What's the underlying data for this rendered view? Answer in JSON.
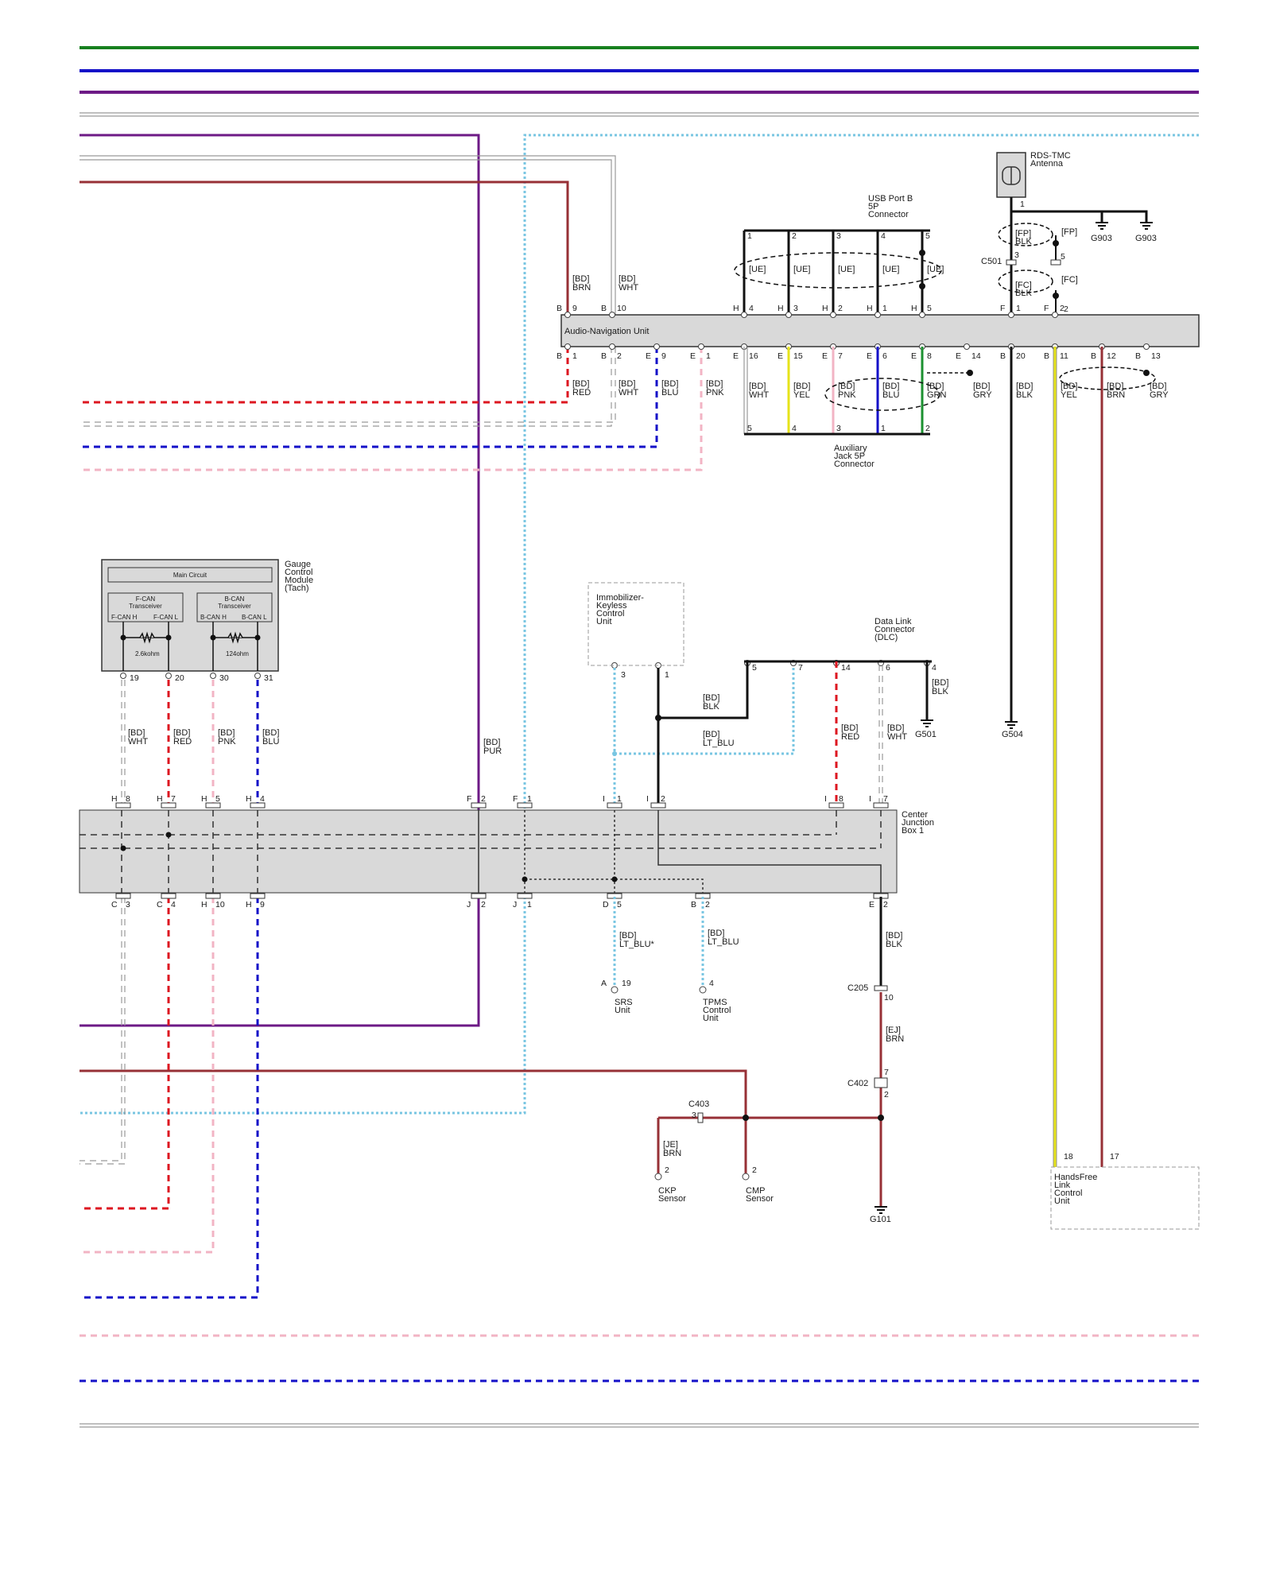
{
  "components": {
    "rds_tmc_antenna": [
      "RDS-TMC",
      "Antenna"
    ],
    "usb_port_b": [
      "USB Port B",
      "5P",
      "Connector"
    ],
    "audio_nav_unit": "Audio-Navigation Unit",
    "aux_jack": [
      "Auxiliary",
      "Jack 5P",
      "Connector"
    ],
    "gauge_module": [
      "Gauge",
      "Control",
      "Module",
      "(Tach)"
    ],
    "main_circuit": "Main Circuit",
    "fcan_transceiver": [
      "F-CAN",
      "Transceiver"
    ],
    "bcan_transceiver": [
      "B-CAN",
      "Transceiver"
    ],
    "fcan_h": "F-CAN H",
    "fcan_l": "F-CAN L",
    "bcan_h": "B-CAN H",
    "bcan_l": "B-CAN L",
    "res_fcan": "2.6kohm",
    "res_bcan": "124ohm",
    "immobilizer": [
      "Immobilizer-",
      "Keyless",
      "Control",
      "Unit"
    ],
    "dlc": [
      "Data Link",
      "Connector",
      "(DLC)"
    ],
    "cjb": [
      "Center",
      "Junction",
      "Box 1"
    ],
    "srs": [
      "SRS",
      "Unit"
    ],
    "tpms": [
      "TPMS",
      "Control",
      "Unit"
    ],
    "ckp": [
      "CKP",
      "Sensor"
    ],
    "cmp": [
      "CMP",
      "Sensor"
    ],
    "handsfree": [
      "HandsFree",
      "Link",
      "Control",
      "Unit"
    ]
  },
  "grounds": {
    "g903a": "G903",
    "g903b": "G903",
    "g501": "G501",
    "g504": "G504",
    "g101": "G101"
  },
  "connectors": {
    "c501": "C501",
    "c205": "C205",
    "c402": "C402",
    "c403": "C403"
  },
  "shield_labels": {
    "ue": "[UE]",
    "fp": "[FP]",
    "fc": "[FC]",
    "fp_blk": [
      "[FP]",
      "BLK"
    ],
    "fc_blk": [
      "[FC]",
      "BLK"
    ]
  },
  "wire_labels": {
    "nav_b9": [
      "[BD]",
      "BRN"
    ],
    "nav_b10": [
      "[BD]",
      "WHT"
    ],
    "nav_b1": [
      "[BD]",
      "RED"
    ],
    "nav_b2": [
      "[BD]",
      "WHT"
    ],
    "nav_e9": [
      "[BD]",
      "BLU"
    ],
    "nav_e1": [
      "[BD]",
      "PNK"
    ],
    "aux_wht": [
      "[BD]",
      "WHT"
    ],
    "aux_yel": [
      "[BD]",
      "YEL"
    ],
    "aux_pnk": [
      "[BD]",
      "PNK"
    ],
    "aux_blu": [
      "[BD]",
      "BLU"
    ],
    "aux_grn": [
      "[BD]",
      "GRN"
    ],
    "nav_gry": [
      "[BD]",
      "GRY"
    ],
    "nav_blk": [
      "[BD]",
      "BLK"
    ],
    "nav_yel": [
      "[BD]",
      "YEL"
    ],
    "nav_brn": [
      "[BD]",
      "BRN"
    ],
    "nav_gry2": [
      "[BD]",
      "GRY"
    ],
    "g_wht": [
      "[BD]",
      "WHT"
    ],
    "g_red": [
      "[BD]",
      "RED"
    ],
    "g_pnk": [
      "[BD]",
      "PNK"
    ],
    "g_blu": [
      "[BD]",
      "BLU"
    ],
    "pur": [
      "[BD]",
      "PUR"
    ],
    "immo_blk": [
      "[BD]",
      "BLK"
    ],
    "immo_ltblu": [
      "[BD]",
      "LT_BLU"
    ],
    "dlc_red": [
      "[BD]",
      "RED"
    ],
    "dlc_wht": [
      "[BD]",
      "WHT"
    ],
    "dlc_blk": [
      "[BD]",
      "BLK"
    ],
    "srs_ltblu": [
      "[BD]",
      "LT_BLU*"
    ],
    "tpms_ltblu": [
      "[BD]",
      "LT_BLU"
    ],
    "cjb_blk": [
      "[BD]",
      "BLK"
    ],
    "ej_brn": [
      "[EJ]",
      "BRN"
    ],
    "je_brn": [
      "[JE]",
      "BRN"
    ]
  },
  "pins": {
    "ant_1": "1",
    "c501_3": "3",
    "c501_5": "5",
    "usb_fc_2": "2",
    "usb_t1": "1",
    "usb_t2": "2",
    "usb_t3": "3",
    "usb_t4": "4",
    "usb_t5": "5",
    "nav_top": [
      [
        "B",
        "9"
      ],
      [
        "B",
        "10"
      ],
      [
        "H",
        "4"
      ],
      [
        "H",
        "3"
      ],
      [
        "H",
        "2"
      ],
      [
        "H",
        "1"
      ],
      [
        "H",
        "5"
      ],
      [
        "F",
        "1"
      ],
      [
        "F",
        "2"
      ]
    ],
    "nav_bot": [
      [
        "B",
        "1"
      ],
      [
        "B",
        "2"
      ],
      [
        "E",
        "9"
      ],
      [
        "E",
        "1"
      ],
      [
        "E",
        "16"
      ],
      [
        "E",
        "15"
      ],
      [
        "E",
        "7"
      ],
      [
        "E",
        "6"
      ],
      [
        "E",
        "8"
      ],
      [
        "E",
        "14"
      ],
      [
        "B",
        "20"
      ],
      [
        "B",
        "11"
      ],
      [
        "B",
        "12"
      ],
      [
        "B",
        "13"
      ]
    ],
    "aux_bot": [
      "5",
      "4",
      "3",
      "1",
      "2"
    ],
    "gauge": [
      "19",
      "20",
      "30",
      "31"
    ],
    "immo": [
      "3",
      "1"
    ],
    "dlc": [
      "5",
      "7",
      "14",
      "6",
      "4"
    ],
    "cjb_top": [
      [
        "H",
        "8"
      ],
      [
        "H",
        "7"
      ],
      [
        "H",
        "5"
      ],
      [
        "H",
        "4"
      ],
      [
        "F",
        "2"
      ],
      [
        "F",
        "1"
      ],
      [
        "I",
        "1"
      ],
      [
        "I",
        "2"
      ],
      [
        "I",
        "8"
      ],
      [
        "I",
        "7"
      ]
    ],
    "cjb_bot": [
      [
        "C",
        "3"
      ],
      [
        "C",
        "4"
      ],
      [
        "H",
        "10"
      ],
      [
        "H",
        "9"
      ],
      [
        "J",
        "2"
      ],
      [
        "J",
        "1"
      ],
      [
        "D",
        "5"
      ],
      [
        "B",
        "2"
      ],
      [
        "E",
        "2"
      ]
    ],
    "srs": [
      "A",
      "19"
    ],
    "tpms": "4",
    "c205": "10",
    "c402_top": "7",
    "c402_bot": "2",
    "c403": "3",
    "ckp": "2",
    "cmp": "2",
    "hf_18": "18",
    "hf_17": "17"
  },
  "colors": {
    "green": "#17801f",
    "blue": "#1410c8",
    "purple": "#6d1a86",
    "brown": "#973036",
    "red": "#dd1620",
    "pink": "#f2b4c4",
    "ltblu": "#79c6e2",
    "yellow": "#e6e31a",
    "grn": "#1c9130",
    "gray": "#9a9a9a",
    "black": "#111111",
    "box": "#d9d9d9"
  }
}
